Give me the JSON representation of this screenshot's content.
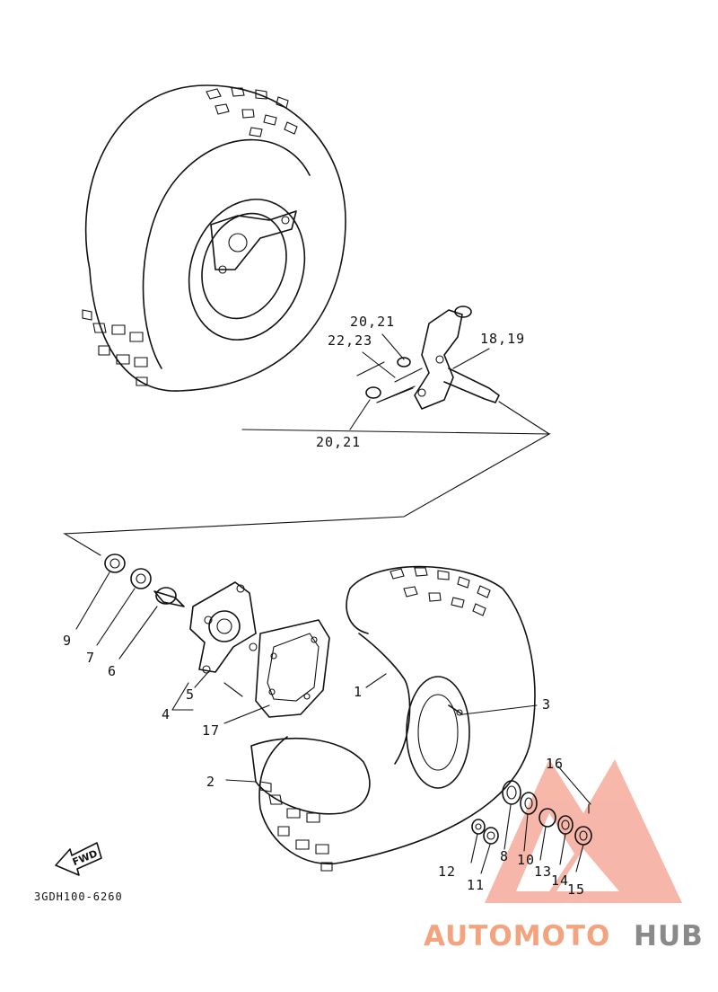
{
  "diagram": {
    "diagram_code": "3GDH100-6260",
    "fwd_label": "FWD",
    "callouts": {
      "c1": "1",
      "c2": "2",
      "c3": "3",
      "c4": "4",
      "c5": "5",
      "c6": "6",
      "c7": "7",
      "c8": "8",
      "c9": "9",
      "c10": "10",
      "c11": "11",
      "c12": "12",
      "c13": "13",
      "c14": "14",
      "c15": "15",
      "c16": "16",
      "c17": "17",
      "c18_19": "18,19",
      "c20_21_top": "20,21",
      "c20_21_bottom": "20,21",
      "c22_23": "22,23"
    }
  },
  "watermark": {
    "text_part1": "AUTOMOTO",
    "text_part2": "HUB",
    "accent_color": "#f3a47e",
    "gray_color": "#8a8a8a"
  }
}
